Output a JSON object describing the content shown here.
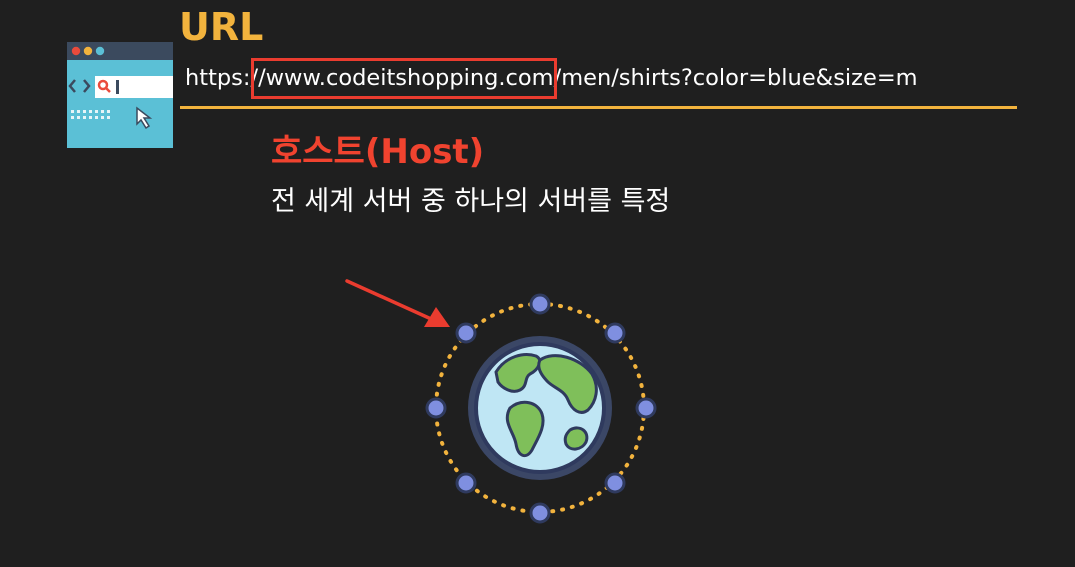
{
  "slide": {
    "title": "URL",
    "url": {
      "scheme": "https:/",
      "host": "/www.codeitshopping.com",
      "path": "/men/shirts?color=blue&size=m"
    },
    "host_heading": "호스트(Host)",
    "host_description": "전 세계 서버 중 하나의 서버를 특정"
  },
  "icons": {
    "browser": "browser-window-icon",
    "globe": "globe-network-icon",
    "arrow": "red-arrow-icon"
  },
  "colors": {
    "background": "#1f1f1f",
    "accent_yellow": "#f2b33d",
    "accent_red": "#ea3c2f",
    "text": "#ffffff"
  }
}
